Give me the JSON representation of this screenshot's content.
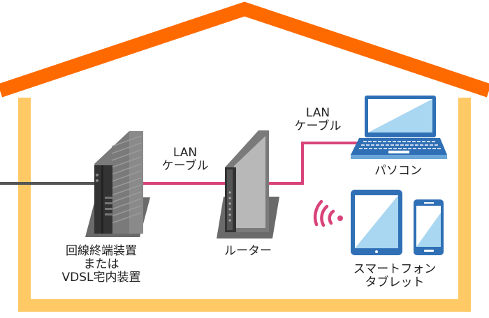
{
  "labels": {
    "onu": [
      "回線終端装置",
      "または",
      "VDSL宅内装置"
    ],
    "router": "ルーター",
    "lan1": [
      "LAN",
      "ケーブル"
    ],
    "lan2": [
      "LAN",
      "ケーブル"
    ],
    "pc": "パソコン",
    "mobile": [
      "スマートフォン",
      "タブレット"
    ]
  },
  "colors": {
    "roof": "#ff6a00",
    "wall": "#ffc966",
    "lan_cable": "#d9437a",
    "wifi": "#d9437a",
    "device_blue": "#2f6fb5",
    "screen": "#a9d6f0",
    "line_in": "#555555"
  },
  "icons": [
    "house-icon",
    "onu-icon",
    "router-icon",
    "laptop-icon",
    "tablet-icon",
    "smartphone-icon",
    "wifi-icon"
  ]
}
